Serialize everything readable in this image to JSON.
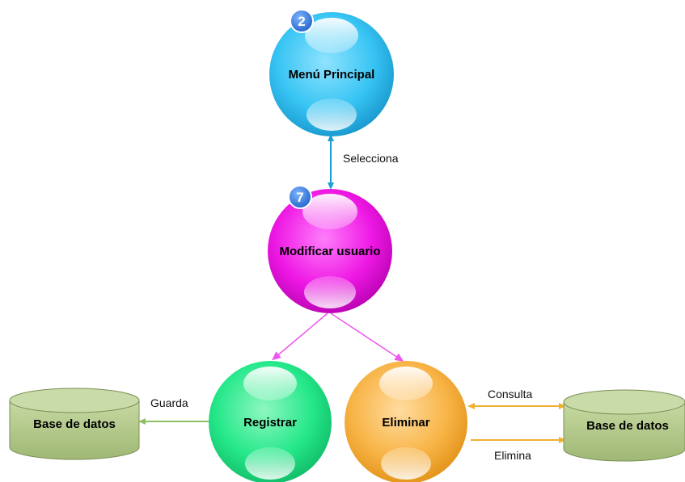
{
  "nodes": {
    "menu": {
      "label": "Menú Principal",
      "badge": "2",
      "color": "#37c4f3"
    },
    "modificar": {
      "label": "Modificar usuario",
      "badge": "7",
      "color": "#ee18e4"
    },
    "registrar": {
      "label": "Registrar",
      "color": "#25e88a"
    },
    "eliminar": {
      "label": "Eliminar",
      "color": "#f8b446"
    }
  },
  "databases": {
    "left": {
      "label": "Base de datos"
    },
    "right": {
      "label": "Base de datos"
    }
  },
  "edges": {
    "selecciona": "Selecciona",
    "guarda": "Guarda",
    "consulta": "Consulta",
    "elimina": "Elimina"
  },
  "colors": {
    "blue_edge": "#1a9ed6",
    "magenta_edge": "#ee55ee",
    "green_edge": "#8cc063",
    "orange_edge": "#f0b030",
    "database": "#b5c98d",
    "badge": "#2f7fe0"
  }
}
